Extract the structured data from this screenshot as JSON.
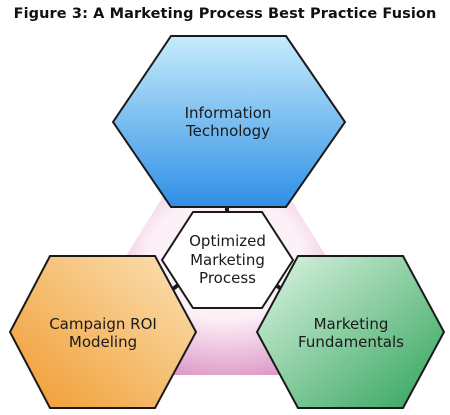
{
  "title": "Figure 3: A Marketing Process Best Practice Fusion",
  "nodes": {
    "top": {
      "line1": "Information",
      "line2": "Technology",
      "color_light": "#c6ecfb",
      "color_dark": "#2f8fe6"
    },
    "center": {
      "line1": "Optimized",
      "line2": "Marketing",
      "line3": "Process",
      "color": "#ffffff"
    },
    "left": {
      "line1": "Campaign ROI",
      "line2": "Modeling",
      "color_light": "#fbe2b6",
      "color_dark": "#f09a2e"
    },
    "right": {
      "line1": "Marketing",
      "line2": "Fundamentals",
      "color_light": "#dff5e4",
      "color_dark": "#2fa35a"
    }
  },
  "triangle": {
    "color_light": "#fdf1f8",
    "color_dark": "#c2559f"
  },
  "colors": {
    "outline": "#1a1a1a",
    "connector": "#1a1a1a"
  }
}
